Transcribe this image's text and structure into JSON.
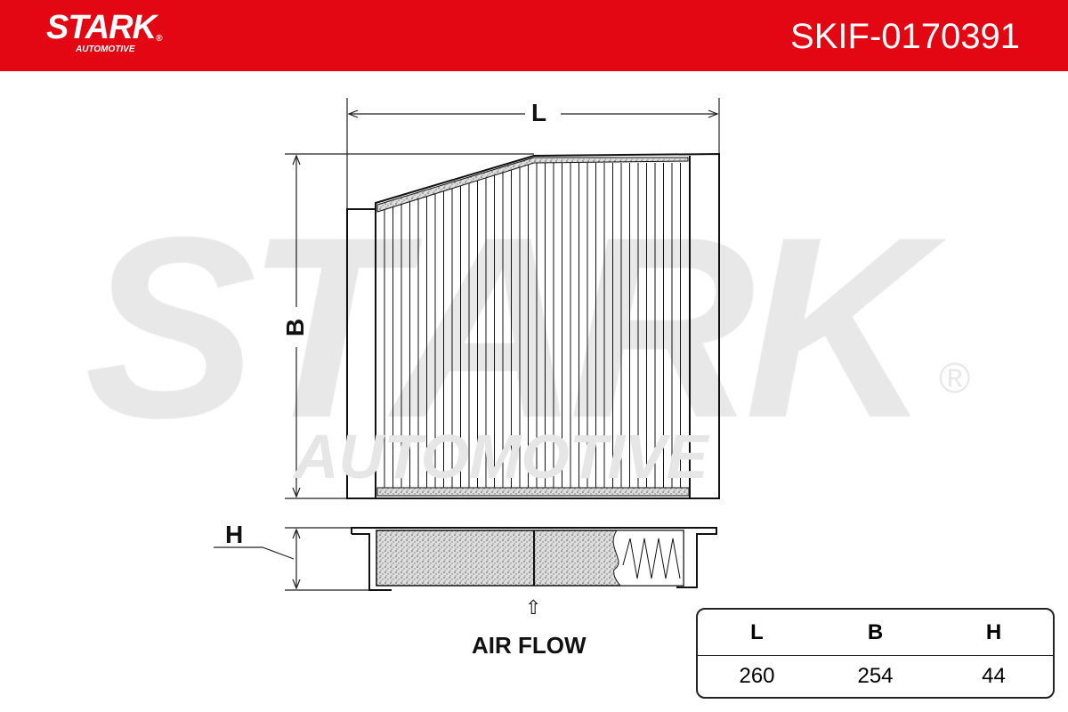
{
  "header": {
    "brand": "STARK",
    "brand_sub": "AUTOMOTIVE",
    "part_number": "SKIF-0170391",
    "color": "#e30613"
  },
  "watermark": {
    "main": "STARK",
    "sub": "AUTOMOTIVE",
    "reg": "®"
  },
  "drawing": {
    "label_length": "L",
    "label_width": "B",
    "label_height": "H",
    "airflow": "AIR FLOW",
    "airflow_arrow": "⇧"
  },
  "dimensions": {
    "headers": [
      "L",
      "B",
      "H"
    ],
    "values": [
      "260",
      "254",
      "44"
    ]
  }
}
